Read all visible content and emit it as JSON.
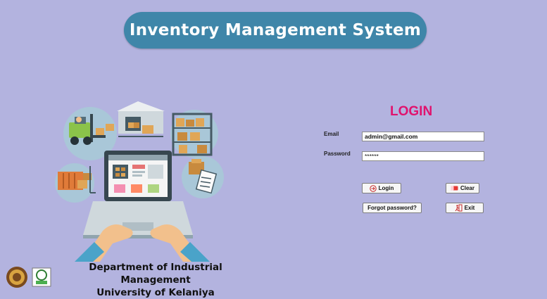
{
  "title": "Inventory Management System",
  "department": {
    "line1": "Department of Industrial Management",
    "line2": "University of Kelaniya"
  },
  "login": {
    "heading": "LOGIN",
    "email_label": "Email",
    "email_value": "admin@gmail.com",
    "password_label": "Password",
    "password_value": "******",
    "login_button": "Login",
    "clear_button": "Clear",
    "forgot_button": "Forgot password?",
    "exit_button": "Exit"
  },
  "icons": {
    "login": "login-arrow-icon",
    "clear": "eraser-icon",
    "exit": "exit-door-icon"
  }
}
